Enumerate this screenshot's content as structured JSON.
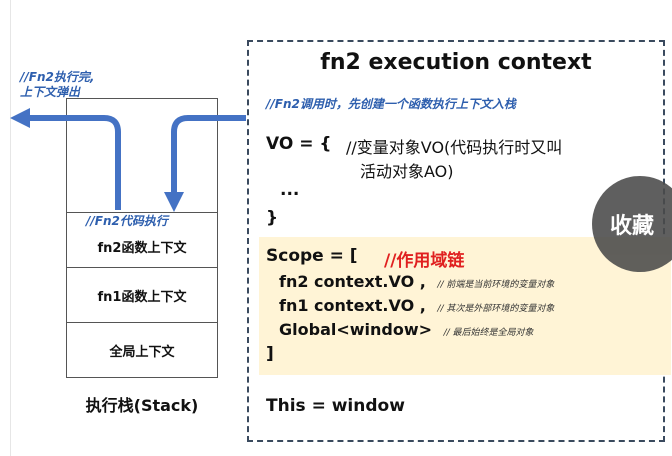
{
  "notes": {
    "pop_line1": "//Fn2执行完,",
    "pop_line2": "上下文弹出",
    "push_note": "//Fn2调用时，先创建一个函数执行上下文入栈",
    "exec_note": "//Fn2代码执行"
  },
  "stack": {
    "cells": [
      "fn2函数上下文",
      "fn1函数上下文",
      "全局上下文"
    ],
    "caption": "执行栈(Stack)"
  },
  "context": {
    "title": "fn2 execution context",
    "vo_open": "VO = {",
    "vo_comment_line1": "//变量对象VO(代码执行时又叫",
    "vo_comment_line2": "活动对象AO)",
    "vo_ellipsis": "...",
    "vo_close": "}",
    "scope_open": "Scope = [",
    "scope_comment": "//作用域链",
    "scope_items": [
      {
        "code": "fn2 context.VO ,",
        "note": "// 前端是当前环境的变量对象"
      },
      {
        "code": "fn1 context.VO ,",
        "note": "// 其次是外部环境的变量对象"
      },
      {
        "code": "Global<window>",
        "note": "// 最后始终是全局对象"
      }
    ],
    "scope_close": "]",
    "this_line": "This = window"
  },
  "overlay": {
    "collect_label": "收藏"
  },
  "colors": {
    "arrow_blue": "#4472c4",
    "note_blue": "#2e5fae",
    "scope_red": "#e02020",
    "scope_bg": "#fff4d6",
    "border_dark": "#3a4a5e"
  }
}
